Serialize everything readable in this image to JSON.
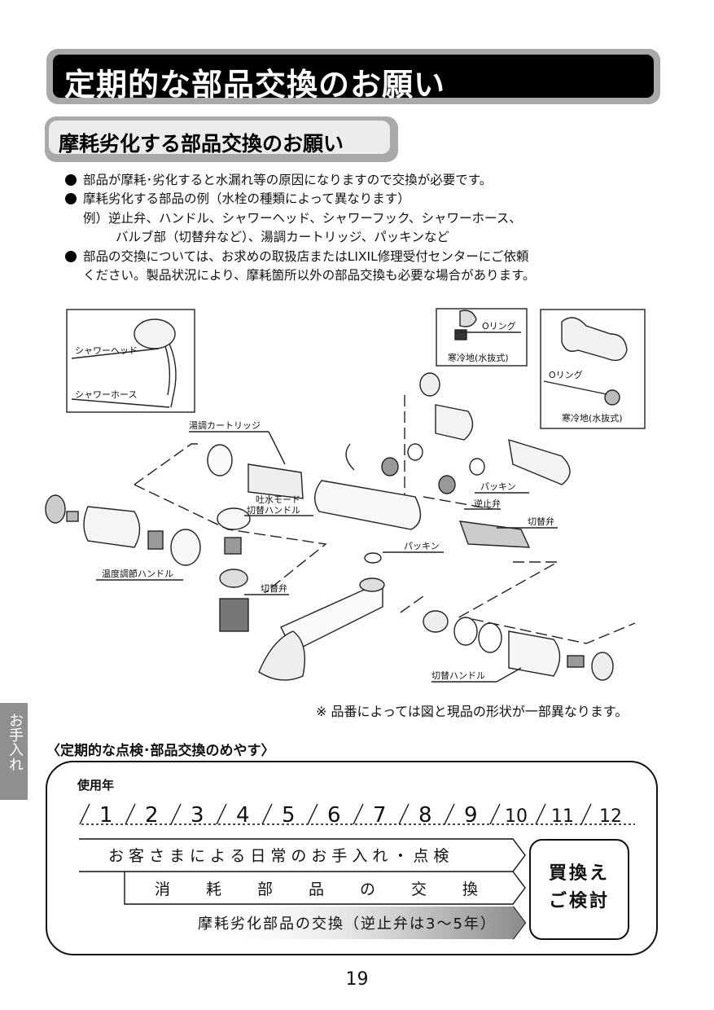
{
  "header": {
    "title": "定期的な部品交換のお願い",
    "subtitle": "摩耗劣化する部品交換のお願い"
  },
  "bullets": {
    "b1": "部品が摩耗･劣化すると水漏れ等の原因になりますので交換が必要です。",
    "b2": "摩耗劣化する部品の例（水栓の種類によって異なります）",
    "b2_line2": "例）逆止弁、ハンドル、シャワーヘッド、シャワーフック、シャワーホース、",
    "b2_line3": "バルブ部（切替弁など）、湯調カートリッジ、パッキンなど",
    "b3": "部品の交換については、お求めの取扱店またはLIXIL修理受付センターにご依頼",
    "b3_line2": "ください。製品状況により、摩耗箇所以外の部品交換も必要な場合があります。"
  },
  "figure_labels": {
    "shower_head": "シャワーヘッド",
    "shower_hose": "シャワーホース",
    "o_ring_1": "Oリング",
    "cold_region_1": "寒冷地(水抜式)",
    "o_ring_2": "Oリング",
    "cold_region_2": "寒冷地(水抜式)",
    "temp_cartridge": "湯調カートリッジ",
    "spout_mode_1": "吐水モード",
    "spout_mode_2": "切替ハンドル",
    "packing_1": "パッキン",
    "check_valve": "逆止弁",
    "switch_valve_1": "切替弁",
    "packing_2": "パッキン",
    "temp_handle": "温度調節ハンドル",
    "switch_valve_2": "切替弁",
    "switch_handle": "切替ハンドル"
  },
  "note": "※ 品番によっては図と現品の形状が一部異なります。",
  "side_tab": "お手入れ",
  "guide": {
    "title": "〈定期的な点検･部品交換のめやす〉",
    "years_label": "使用年",
    "years": [
      "1",
      "2",
      "3",
      "4",
      "5",
      "6",
      "7",
      "8",
      "9",
      "10",
      "11",
      "12"
    ],
    "bar1": "お客さまによる日常のお手入れ・点検",
    "bar2": [
      "消",
      "耗",
      "部",
      "品",
      "の",
      "交",
      "換"
    ],
    "bar3": "摩耗劣化部品の交換（逆止弁は3〜5年）",
    "replace_line1": "買換え",
    "replace_line2": "ご検討"
  },
  "page_number": "19"
}
